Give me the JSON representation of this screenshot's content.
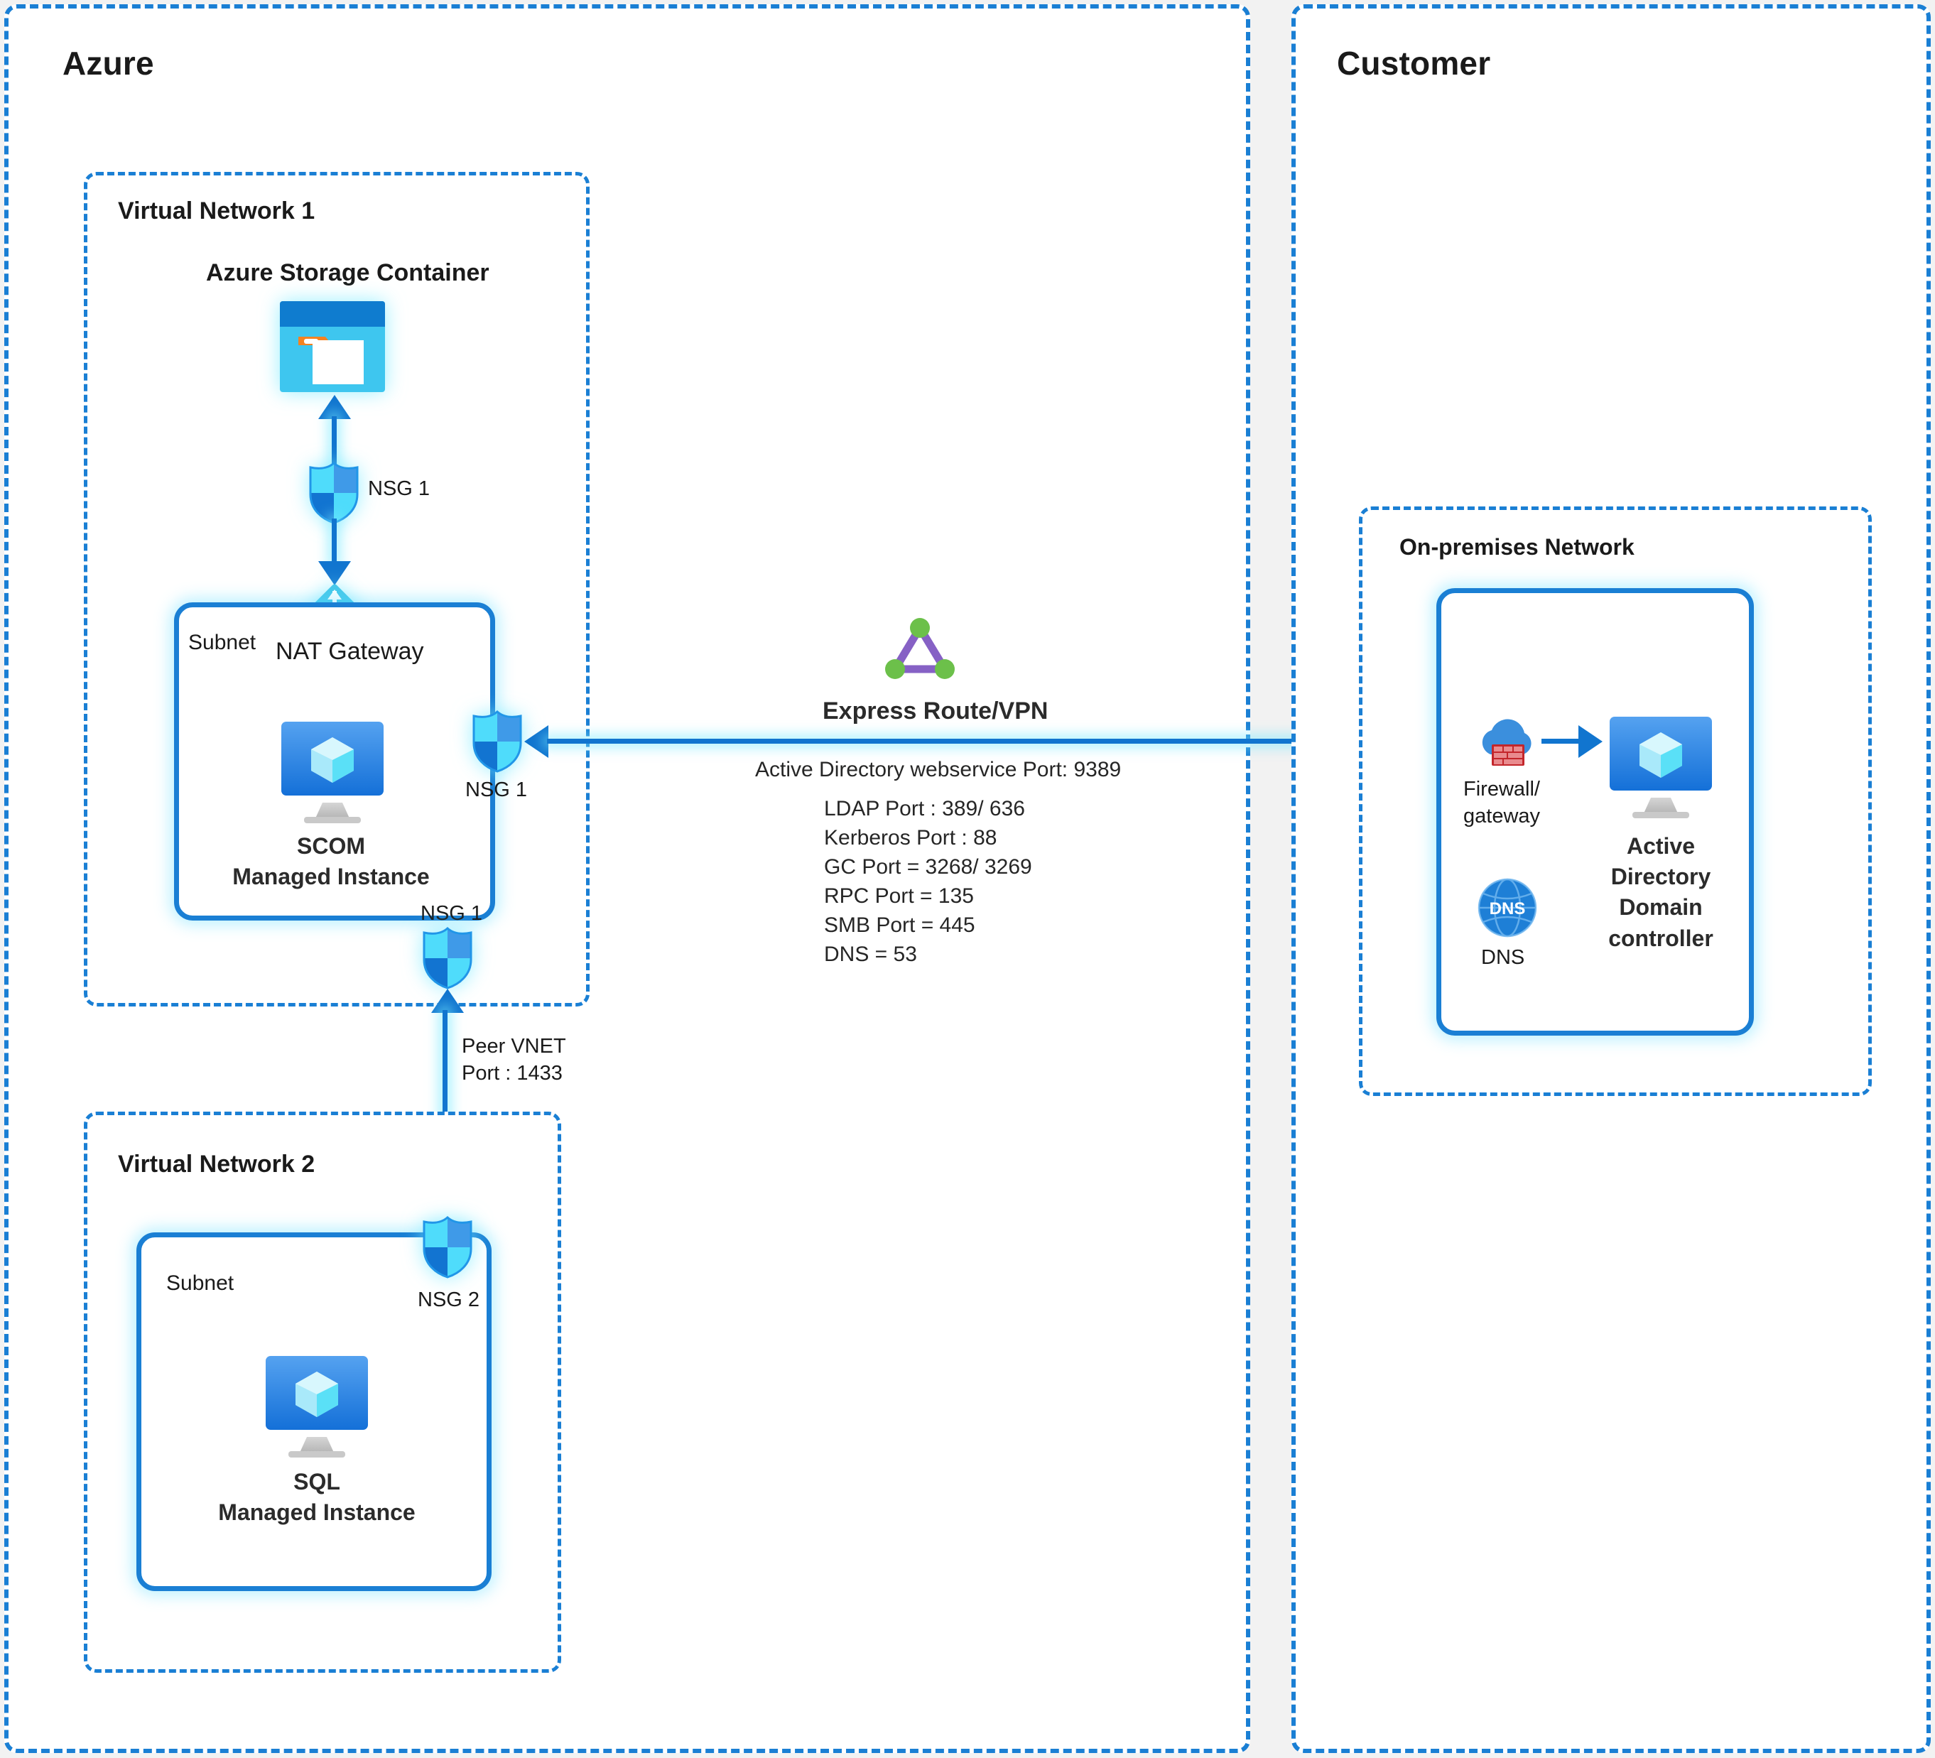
{
  "zones": {
    "azure": {
      "title": "Azure"
    },
    "customer": {
      "title": "Customer"
    }
  },
  "azure": {
    "vnet1": {
      "title": "Virtual Network 1",
      "storage": {
        "label": "Azure Storage Container",
        "icon": "azure-storage-container-icon"
      },
      "nsg_storage": {
        "label": "NSG 1",
        "icon": "nsg-shield-icon"
      },
      "nat_gateway": {
        "label": "NAT Gateway",
        "icon": "nat-gateway-icon"
      },
      "subnet": {
        "label": "Subnet",
        "vm": {
          "label": "SCOM\nManaged Instance",
          "icon": "managed-instance-vm-icon"
        },
        "nsg_right": {
          "label": "NSG 1",
          "icon": "nsg-shield-icon"
        },
        "nsg_corner": {
          "label": "NSG 1"
        }
      },
      "nsg_peer": {
        "icon": "nsg-shield-icon"
      }
    },
    "peer_link": {
      "label": "Peer VNET\nPort : 1433"
    },
    "vnet2": {
      "title": "Virtual Network 2",
      "subnet": {
        "label": "Subnet",
        "nsg": {
          "label": "NSG 2",
          "icon": "nsg-shield-icon"
        },
        "vm": {
          "label": "SQL\nManaged Instance",
          "icon": "managed-instance-vm-icon"
        }
      }
    }
  },
  "link": {
    "express_route": {
      "label": "Express Route/VPN",
      "icon": "express-route-icon"
    },
    "ports_heading": "Active Directory webservice Port: 9389",
    "ports": [
      "LDAP Port : 389/ 636",
      "Kerberos Port : 88",
      "GC Port = 3268/ 3269",
      "RPC Port = 135",
      "SMB Port = 445",
      "DNS = 53"
    ]
  },
  "customer": {
    "onprem": {
      "title": "On-premises Network",
      "firewall": {
        "label": "Firewall/\ngateway",
        "icon": "firewall-cloud-icon"
      },
      "dns": {
        "label": "DNS",
        "icon": "dns-globe-icon"
      },
      "domain_controller": {
        "label": "Active\nDirectory\nDomain\ncontroller",
        "icon": "managed-instance-vm-icon"
      }
    }
  },
  "colors": {
    "dashed_border": "#1a7fd4",
    "connector": "#1175cf",
    "glow": "#78ebff",
    "storage_top": "#0f7ccf",
    "storage_body": "#3ec6ef",
    "storage_tag": "#f58220",
    "nsg_light": "#4fdcfb",
    "nsg_mid": "#3f9ae8",
    "nsg_dark": "#1274d1",
    "nat_diamond": "#46c8ea",
    "nat_dot": "#6cc04a",
    "express_line": "#8661c5",
    "express_node": "#6cc04a",
    "firewall_cloud": "#3b8fdd",
    "firewall_brick": "#c3262b",
    "dns_globe": "#1e7fd6",
    "vm_screen_top": "#55a2f0",
    "vm_screen_bottom": "#1470d8",
    "vm_cube": "#bdf0fb",
    "vm_stand": "#bfbfbf",
    "gap": "#f2f2f2"
  }
}
